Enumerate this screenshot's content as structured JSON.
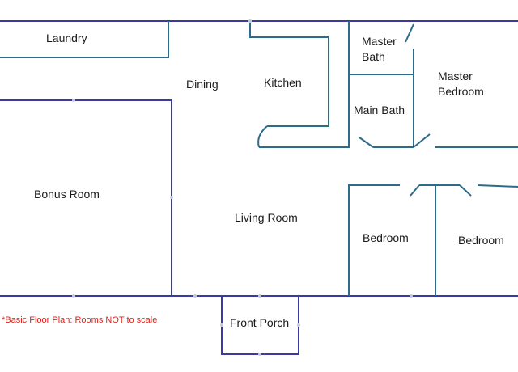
{
  "colors": {
    "outer_wall": "#3a3aa0",
    "inner_wall": "#2d6b8a",
    "label": "#1a1a1a",
    "note": "#e0201c"
  },
  "rooms": {
    "laundry": "Laundry",
    "dining": "Dining",
    "kitchen": "Kitchen",
    "master_bath_line1": "Master",
    "master_bath_line2": "Bath",
    "main_bath": "Main Bath",
    "master_bedroom_line1": "Master",
    "master_bedroom_line2": "Bedroom",
    "bonus_room": "Bonus Room",
    "living_room": "Living Room",
    "bedroom_left": "Bedroom",
    "bedroom_right": "Bedroom",
    "front_porch": "Front Porch"
  },
  "note": "*Basic Floor Plan: Rooms NOT to scale"
}
